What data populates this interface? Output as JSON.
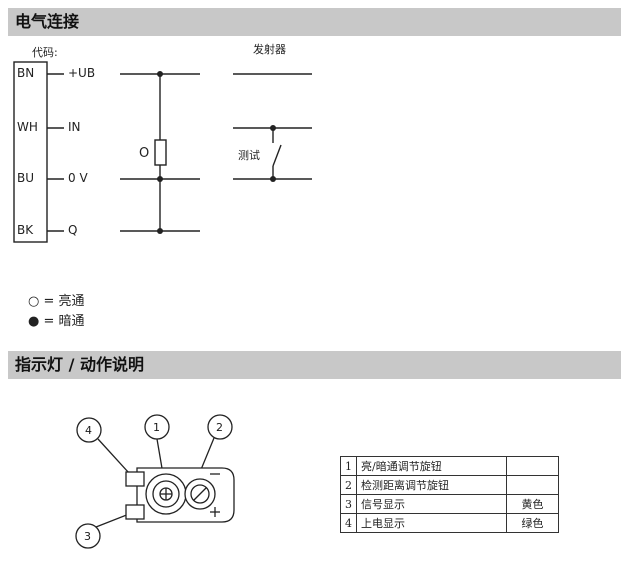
{
  "sections": {
    "wiring_title": "电气连接",
    "indicator_title": "指示灯 / 动作说明"
  },
  "wiring": {
    "code_label": "代码:",
    "emitter_label": "发射器",
    "test_label": "测试",
    "rows": [
      {
        "code": "BN",
        "signal": "+UB"
      },
      {
        "code": "WH",
        "signal": "IN"
      },
      {
        "code": "BU",
        "signal": "0 V"
      },
      {
        "code": "BK",
        "signal": "Q"
      }
    ],
    "resistor_symbol": "O"
  },
  "legend": [
    {
      "symbol": "○",
      "text": "= 亮通"
    },
    {
      "symbol": "●",
      "text": "= 暗通"
    }
  ],
  "callouts": [
    "1",
    "2",
    "3",
    "4"
  ],
  "table": [
    {
      "num": "1",
      "desc": "亮/暗通调节旋钮",
      "value": ""
    },
    {
      "num": "2",
      "desc": "检测距离调节旋钮",
      "value": ""
    },
    {
      "num": "3",
      "desc": "信号显示",
      "value": "黄色"
    },
    {
      "num": "4",
      "desc": "上电显示",
      "value": "绿色"
    }
  ]
}
